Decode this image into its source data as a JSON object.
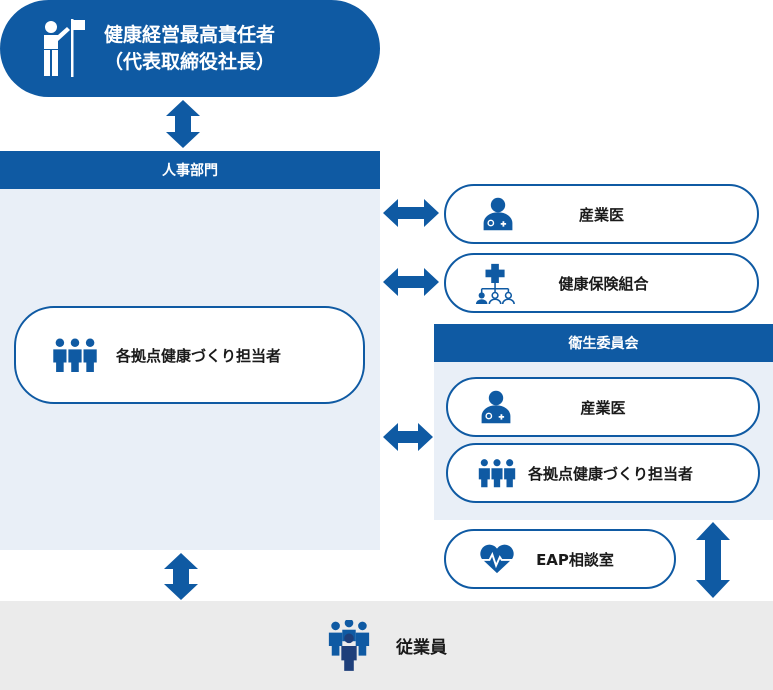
{
  "ceo": {
    "line1": "健康経営最高責任者",
    "line2": "（代表取締役社長）"
  },
  "hr": {
    "title": "人事部門",
    "inner": "各拠点健康づくり担当者"
  },
  "partners": {
    "doctor": "産業医",
    "insurance": "健康保険組合"
  },
  "committee": {
    "title": "衛生委員会",
    "doctor": "産業医",
    "staff": "各拠点健康づくり担当者"
  },
  "eap": "EAP相談室",
  "employees": "従業員",
  "colors": {
    "primary": "#0f5aa3",
    "panel": "#e9eff7",
    "footer": "#ebebeb"
  }
}
